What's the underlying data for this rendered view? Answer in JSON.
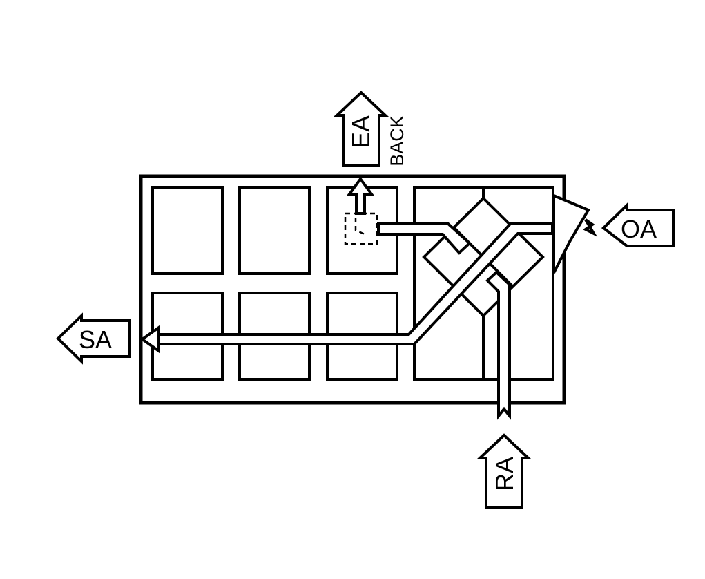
{
  "labels": {
    "outdoor_air": "OA",
    "exhaust_air": "EA",
    "back": "BACK",
    "supply_air": "SA",
    "return_air": "RA"
  }
}
